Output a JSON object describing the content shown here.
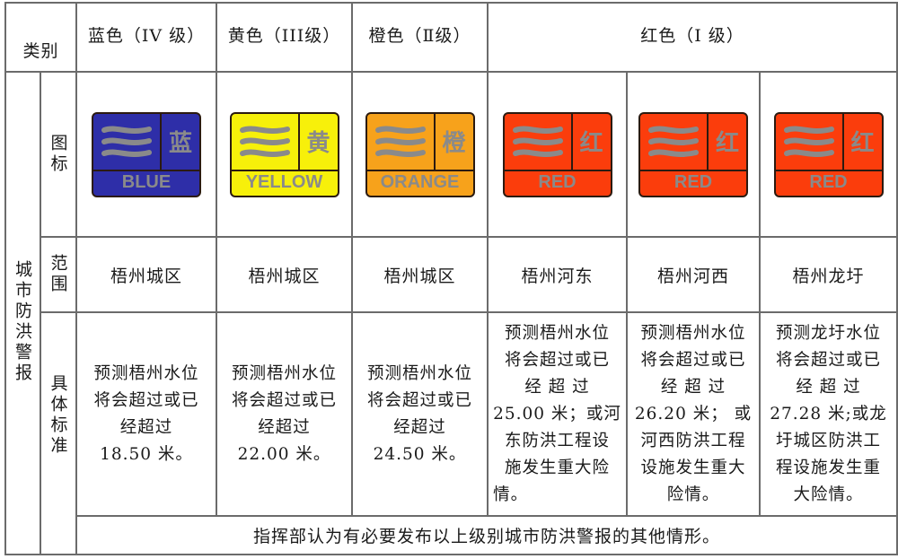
{
  "table": {
    "corner_label": "类别",
    "headers": {
      "blue": "蓝色（IV 级）",
      "yellow": "黄色（III级）",
      "orange": "橙色（Ⅱ级）",
      "red": "红色（I 级）"
    },
    "row_group_label": "城市防洪警报",
    "row_labels": {
      "icon": "图标",
      "scope": "范围",
      "criteria": "具体标准"
    },
    "icons": [
      {
        "name": "blue-warning-icon",
        "char": "蓝",
        "label": "BLUE",
        "bg": "#2e2ea8"
      },
      {
        "name": "yellow-warning-icon",
        "char": "黄",
        "label": "YELLOW",
        "bg": "#f7f00a"
      },
      {
        "name": "orange-warning-icon",
        "char": "橙",
        "label": "ORANGE",
        "bg": "#f7a21b"
      },
      {
        "name": "red-warning-icon-hedong",
        "char": "红",
        "label": "RED",
        "bg": "#fb3d0c"
      },
      {
        "name": "red-warning-icon-hexi",
        "char": "红",
        "label": "RED",
        "bg": "#fb3d0c"
      },
      {
        "name": "red-warning-icon-longxu",
        "char": "红",
        "label": "RED",
        "bg": "#fb3d0c"
      }
    ],
    "scopes": [
      "梧州城区",
      "梧州城区",
      "梧州城区",
      "梧州河东",
      "梧州河西",
      "梧州龙圩"
    ],
    "criteria": [
      {
        "lines": [
          "预测梧州水位",
          "将会超过或已",
          "经超过",
          "18.50 米。"
        ]
      },
      {
        "lines": [
          "预测梧州水位",
          "将会超过或已",
          "经超过",
          "22.00 米。"
        ]
      },
      {
        "lines": [
          "预测梧州水位",
          "将会超过或已",
          "经超过",
          "24.50 米。"
        ]
      },
      {
        "lines": [
          "预测梧州水位",
          "将会超过或已",
          "经 超 过",
          "25.00 米；或河",
          "东防洪工程设",
          "施发生重大险",
          "情。"
        ]
      },
      {
        "lines": [
          "预测梧州水位",
          "将会超过或已",
          "经 超 过",
          "26.20 米； 或",
          "河西防洪工程",
          "设施发生重大",
          "险情。"
        ]
      },
      {
        "lines": [
          "预测龙圩水位",
          "将会超过或已",
          "经 超 过",
          "27.28 米;或龙",
          "圩城区防洪工",
          "程设施发生重",
          "大险情。"
        ]
      }
    ],
    "footer": "指挥部认为有必要发布以上级别城市防洪警报的其他情形。"
  },
  "colors": {
    "grid": "#6b6b6b",
    "icon_glyph": "#8a8a8a",
    "icon_border": "#2b1a10"
  }
}
